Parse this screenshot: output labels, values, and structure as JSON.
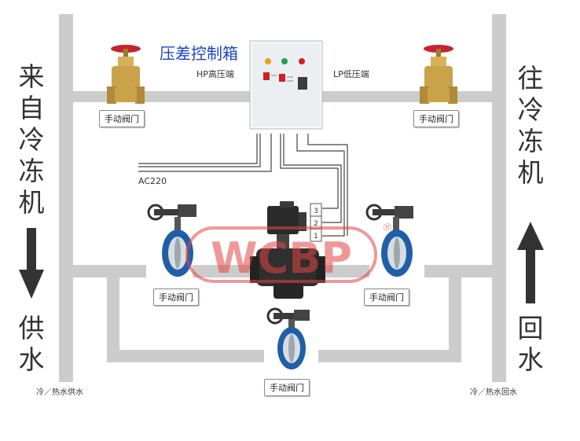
{
  "box_title": "压差控制箱",
  "hp_label": "HP高压端",
  "lp_label": "LP低压端",
  "power_label": "AC220",
  "left_text_top": [
    "来",
    "自",
    "冷",
    "冻",
    "机"
  ],
  "left_text_bottom": [
    "供",
    "水"
  ],
  "right_text_top": [
    "往",
    "冷",
    "冻",
    "机"
  ],
  "right_text_bottom": [
    "回",
    "水"
  ],
  "valve_label": "手动阀门",
  "left_pipe_caption": "冷／热水供水",
  "right_pipe_caption": "冷／热水回水",
  "watermark": "WCBP",
  "watermark_mark": "®",
  "terminals": [
    "3",
    "2",
    "1"
  ],
  "colors": {
    "pipe": "#cccccc",
    "title": "#1a44c8",
    "watermark": "#e24444",
    "valve_blue": "#1f5fa8",
    "gate_valve_brass": "#c9a24a",
    "handwheel_red": "#c8232c"
  }
}
